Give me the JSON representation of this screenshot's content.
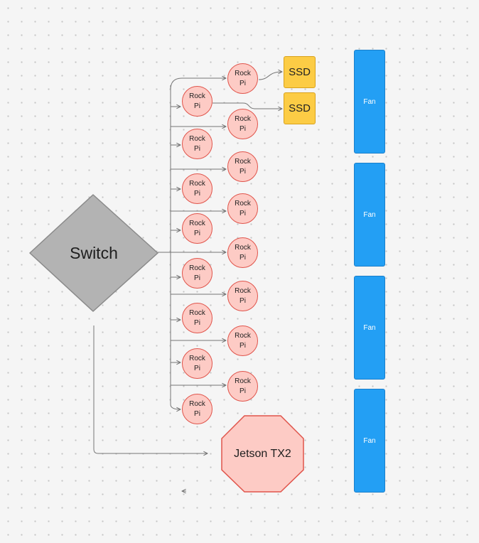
{
  "switch": {
    "label": "Switch"
  },
  "jetson": {
    "label": "Jetson TX2"
  },
  "rock_pi": {
    "line1": "Rock",
    "line2": "Pi"
  },
  "ssd_label": "SSD",
  "fan_label": "Fan",
  "colors": {
    "rock_fill": "#fdcbc5",
    "rock_stroke": "#e0544b",
    "ssd_fill": "#fccc45",
    "fan_fill": "#239ff4",
    "switch_fill": "#b3b3b3",
    "jetson_fill": "#fdcbc5",
    "connector": "#757575"
  }
}
